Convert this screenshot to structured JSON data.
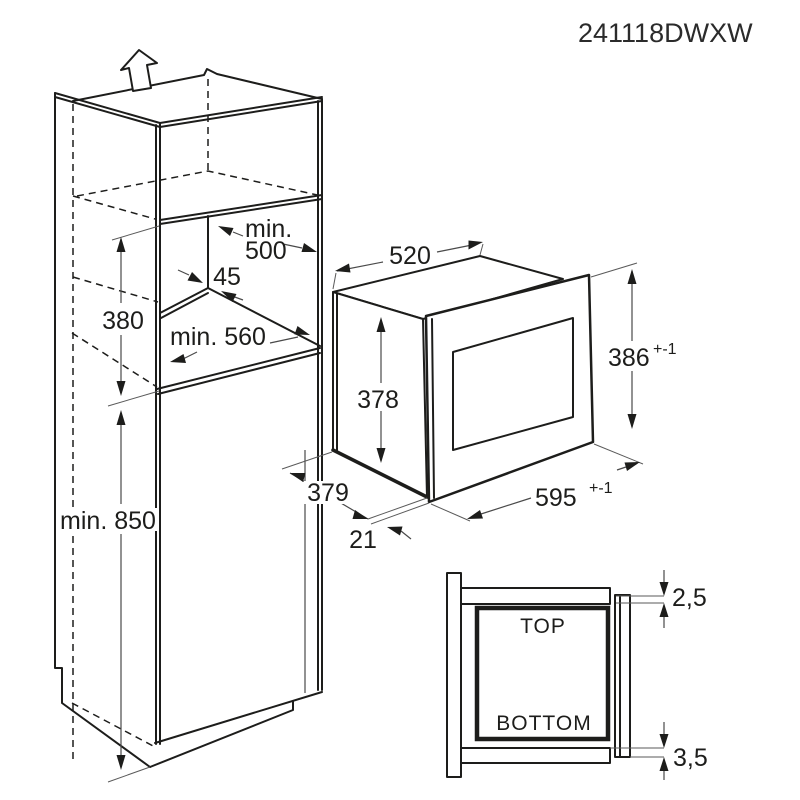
{
  "title": "241118DWXW",
  "colors": {
    "line": "#1d1d1b",
    "background": "#ffffff"
  },
  "cabinet": {
    "niche_width_min": "min.",
    "niche_width_value": "500",
    "side_clearance": "45",
    "niche_height": "380",
    "niche_depth": "min. 560",
    "floor_height": "min. 850"
  },
  "oven": {
    "body_width": "520",
    "body_height": "378",
    "body_depth": "379",
    "front_overhang": "21",
    "frame_height": "386",
    "frame_height_tolerance": "+-1",
    "frame_width": "595",
    "frame_width_tolerance": "+-1"
  },
  "detail": {
    "top_label": "TOP",
    "bottom_label": "BOTTOM",
    "top_clearance": "2,5",
    "bottom_clearance": "3,5"
  }
}
